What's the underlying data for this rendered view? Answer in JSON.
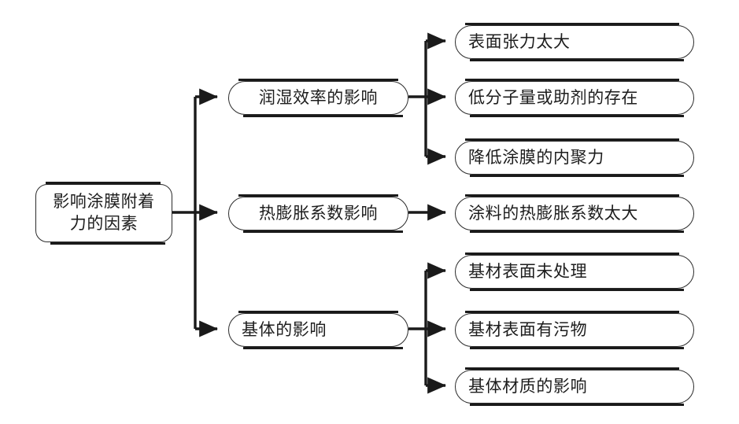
{
  "diagram": {
    "type": "tree",
    "orientation": "left-to-right",
    "background_color": "#ffffff",
    "line_color": "#1a1a1a",
    "box_border_color": "#2b2b2b",
    "text_color": "#1d1d1d",
    "root": {
      "id": "root",
      "label": "影响涂膜附着\n力的因素"
    },
    "branches": [
      {
        "id": "branch-wetting",
        "label": "润湿效率的影响",
        "children": [
          {
            "id": "leaf-surface-tension",
            "label": "表面张力太大"
          },
          {
            "id": "leaf-low-molecular",
            "label": "低分子量或助剂的存在"
          },
          {
            "id": "leaf-cohesion",
            "label": "降低涂膜的内聚力"
          }
        ]
      },
      {
        "id": "branch-thermal",
        "label": "热膨胀系数影响",
        "children": [
          {
            "id": "leaf-coating-cte",
            "label": "涂料的热膨胀系数太大"
          }
        ]
      },
      {
        "id": "branch-substrate",
        "label": "基体的影响",
        "children": [
          {
            "id": "leaf-untreated",
            "label": "基材表面未处理"
          },
          {
            "id": "leaf-contaminated",
            "label": "基材表面有污物"
          },
          {
            "id": "leaf-material",
            "label": "基体材质的影响"
          }
        ]
      }
    ]
  }
}
